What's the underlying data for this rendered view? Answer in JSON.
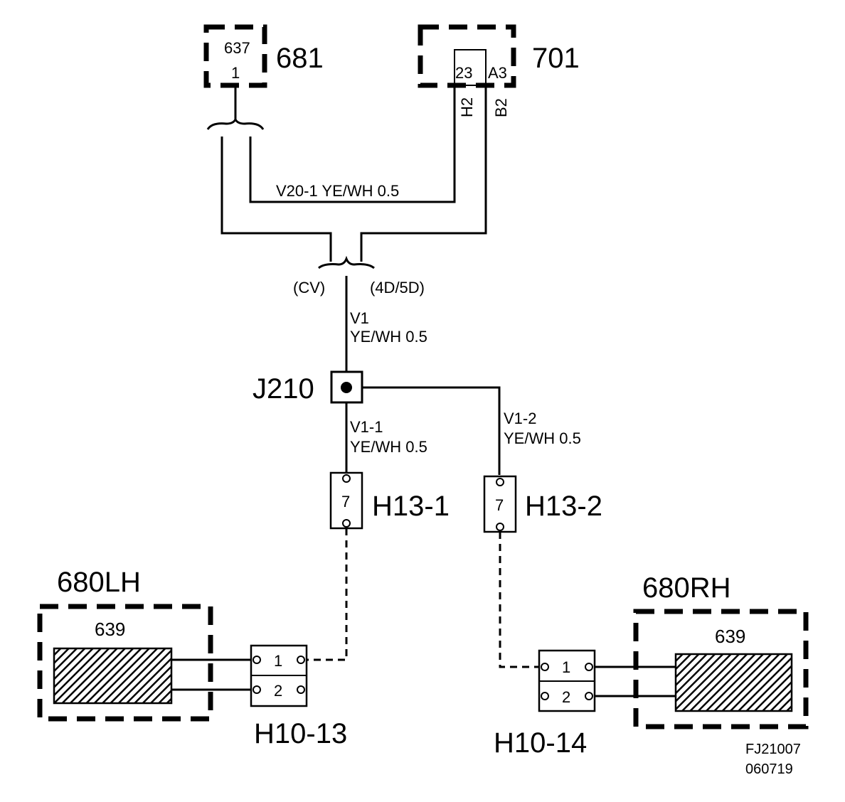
{
  "components": {
    "c681": {
      "id": "681",
      "pin_top": "637",
      "pin_bottom": "1"
    },
    "c701": {
      "id": "701",
      "pin_a": "23",
      "pin_b": "A3",
      "wire_a": "H2",
      "wire_b": "B2"
    },
    "c680lh": {
      "id": "680LH",
      "inner": "639"
    },
    "c680rh": {
      "id": "680RH",
      "inner": "639"
    }
  },
  "wires": {
    "v20_1": "V20-1  YE/WH  0.5",
    "cv": "(CV)",
    "d45": "(4D/5D)",
    "v1_id": "V1",
    "v1_spec": "YE/WH  0.5",
    "v1_1_id": "V1-1",
    "v1_1_spec": "YE/WH  0.5",
    "v1_2_id": "V1-2",
    "v1_2_spec": "YE/WH  0.5"
  },
  "junction": {
    "id": "J210"
  },
  "connectors": {
    "h13_1": {
      "id": "H13-1",
      "pin": "7"
    },
    "h13_2": {
      "id": "H13-2",
      "pin": "7"
    },
    "h10_13": {
      "id": "H10-13",
      "pin1": "1",
      "pin2": "2"
    },
    "h10_14": {
      "id": "H10-14",
      "pin1": "1",
      "pin2": "2"
    }
  },
  "footer": {
    "code1": "FJ21007",
    "code2": "060719"
  }
}
